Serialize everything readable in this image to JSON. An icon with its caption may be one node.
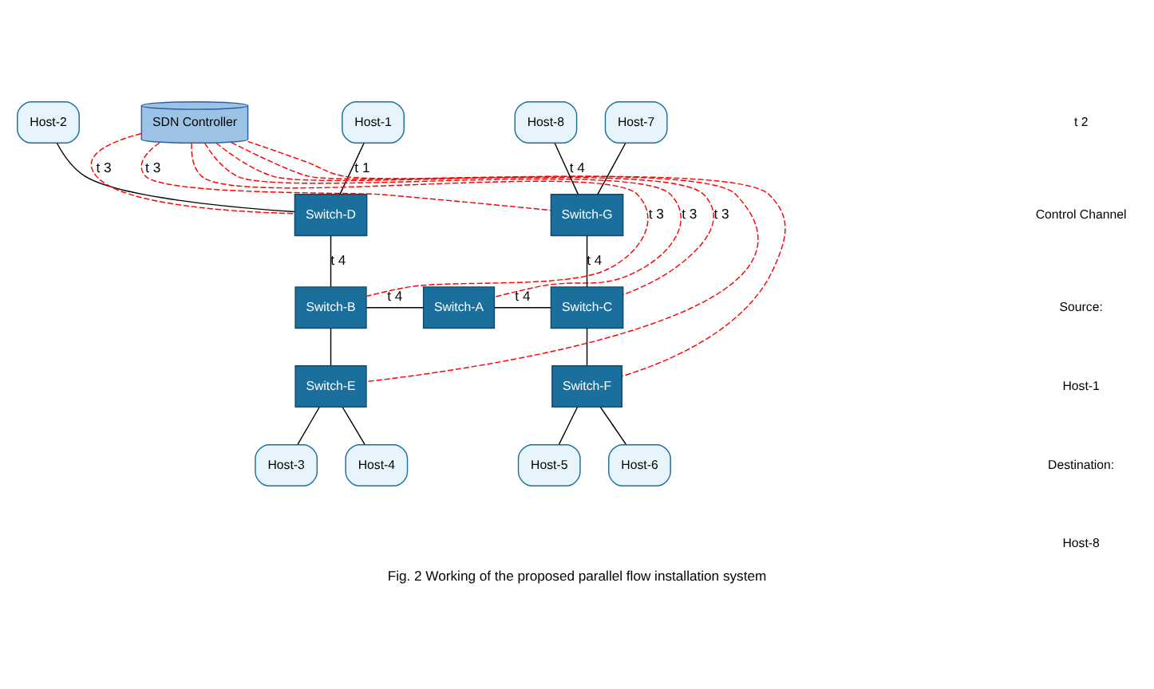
{
  "diagram": {
    "caption": "Fig. 2 Working of the proposed parallel flow installation system",
    "nodes": [
      {
        "text": [
          "Host-1"
        ]
      },
      {
        "text": [
          "Host-2"
        ]
      },
      {
        "text": [
          "SDN Controller"
        ]
      },
      {
        "text": [
          "Host-7"
        ]
      },
      {
        "text": [
          "Host-8"
        ]
      },
      {
        "text": [
          "Switch-D"
        ]
      },
      {
        "text": [
          "Switch-G"
        ]
      },
      {
        "text": [
          "Switch-B"
        ]
      },
      {
        "text": [
          "Switch-A"
        ]
      },
      {
        "text": [
          "Switch-C"
        ]
      },
      {
        "text": [
          "Switch-E"
        ]
      },
      {
        "text": [
          "Switch-F"
        ]
      },
      {
        "text": [
          "Host-3"
        ]
      },
      {
        "text": [
          "Host-4"
        ]
      },
      {
        "text": [
          "Host-5"
        ]
      },
      {
        "text": [
          "Host-6"
        ]
      }
    ],
    "edges": [
      {
        "from": 0,
        "to": 5,
        "arrow": "none",
        "label": "t 1"
      },
      {
        "from": 1,
        "to": 5,
        "arrow": "none"
      },
      {
        "from": 6,
        "to": 3,
        "arrow": "none"
      },
      {
        "from": 6,
        "to": 4,
        "arrow": "none",
        "label": "t 4"
      },
      {
        "from": 2,
        "to": 5,
        "arrow": "none",
        "label": "t 3",
        "style": "dashed",
        "color": "#ff0000"
      },
      {
        "from": 2,
        "to": 6,
        "arrow": "none",
        "label": "t 3",
        "style": "dashed",
        "color": "#ff0000"
      },
      {
        "from": 2,
        "to": 7,
        "arrow": "none",
        "label": "t 3",
        "style": "dashed",
        "color": "#ff0000"
      },
      {
        "from": 2,
        "to": 8,
        "arrow": "none",
        "label": "t 3",
        "style": "dashed",
        "color": "#ff0000"
      },
      {
        "from": 2,
        "to": 9,
        "arrow": "none",
        "label": "t 3",
        "style": "dashed",
        "color": "#ff0000"
      },
      {
        "from": 2,
        "to": 10,
        "arrow": "none",
        "style": "dashed",
        "color": "#ff0000"
      },
      {
        "from": 2,
        "to": 11,
        "arrow": "none",
        "style": "dashed",
        "color": "#ff0000"
      },
      {
        "from": 5,
        "to": 7,
        "arrow": "none",
        "label": "t 4"
      },
      {
        "from": 7,
        "to": 8,
        "arrow": "none",
        "label": "t 4"
      },
      {
        "from": 8,
        "to": 9,
        "arrow": "none",
        "label": "t 4"
      },
      {
        "from": 9,
        "to": 6,
        "arrow": "none",
        "label": "t 4"
      },
      {
        "from": 7,
        "to": 10,
        "arrow": "none"
      },
      {
        "from": 9,
        "to": 11,
        "arrow": "none"
      },
      {
        "from": 10,
        "to": 12,
        "arrow": "none"
      },
      {
        "from": 10,
        "to": 13,
        "arrow": "none"
      },
      {
        "from": 11,
        "to": 14,
        "arrow": "none"
      },
      {
        "from": 11,
        "to": 15,
        "arrow": "none"
      }
    ],
    "labels": [
      "t 2",
      "Control Channel",
      "Source:",
      "Host-1",
      "Destination:",
      "Host-8"
    ]
  }
}
